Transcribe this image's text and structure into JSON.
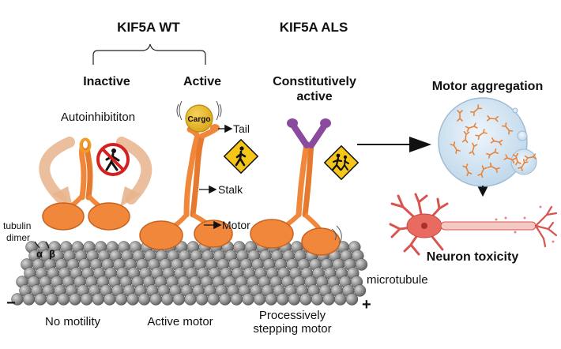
{
  "headers": {
    "wt": "KIF5A WT",
    "als": "KIF5A ALS",
    "inactive": "Inactive",
    "active": "Active",
    "constitutive_line1": "Constitutively",
    "constitutive_line2": "active",
    "aggregation": "Motor aggregation",
    "toxicity": "Neuron toxicity"
  },
  "labels": {
    "autoinhibition": "Autoinhibititon",
    "cargo": "Cargo",
    "tail": "Tail",
    "stalk": "Stalk",
    "motor": "Motor",
    "tubulin_line1": "tubulin",
    "tubulin_line2": "dimer",
    "alpha": "α",
    "beta": "β",
    "microtubule": "microtubule",
    "minus": "−",
    "plus": "+"
  },
  "captions": {
    "no_motility": "No motility",
    "active_motor": "Active motor",
    "processive_line1": "Processively",
    "processive_line2": "stepping motor"
  },
  "colors": {
    "motor_orange": "#F0873A",
    "motor_dark": "#C8621E",
    "cargo_yellow": "#E8B825",
    "tail_purple": "#8A4A9E",
    "sign_yellow": "#F5C518",
    "stop_red": "#D42020",
    "arrow_peach": "#E8B48C",
    "cell_blue": "#CFE3F2",
    "neuron_red": "#D9534F",
    "microtubule_gray": "#8E8E8E"
  },
  "icons": [
    "no-walking-icon",
    "pedestrian-sign-icon",
    "running-children-sign-icon"
  ]
}
